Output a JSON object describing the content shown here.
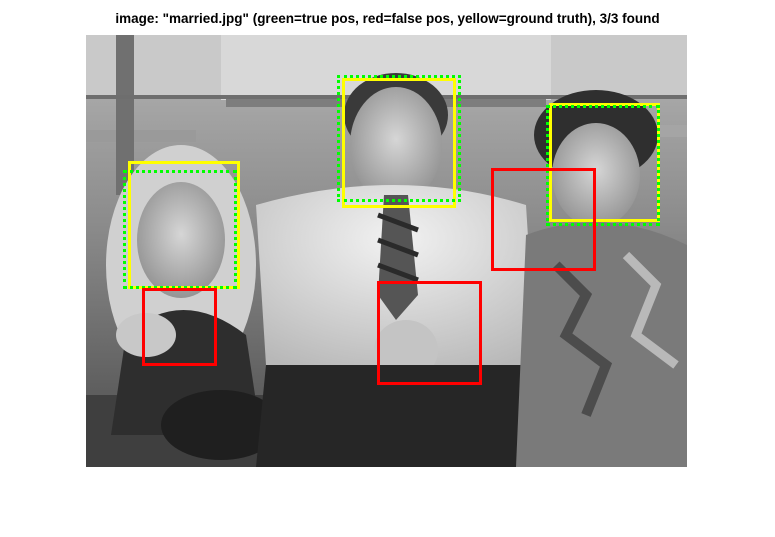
{
  "figure": {
    "title": "image: \"married.jpg\" (green=true pos, red=false pos, yellow=ground truth), 3/3 found"
  },
  "legend_colors": {
    "true_positive": "#00ff00",
    "false_positive": "#ff0000",
    "ground_truth": "#ffff00"
  },
  "detections": {
    "true_positive_count": 3,
    "false_positive_count": 3,
    "ground_truth_count": 3
  }
}
